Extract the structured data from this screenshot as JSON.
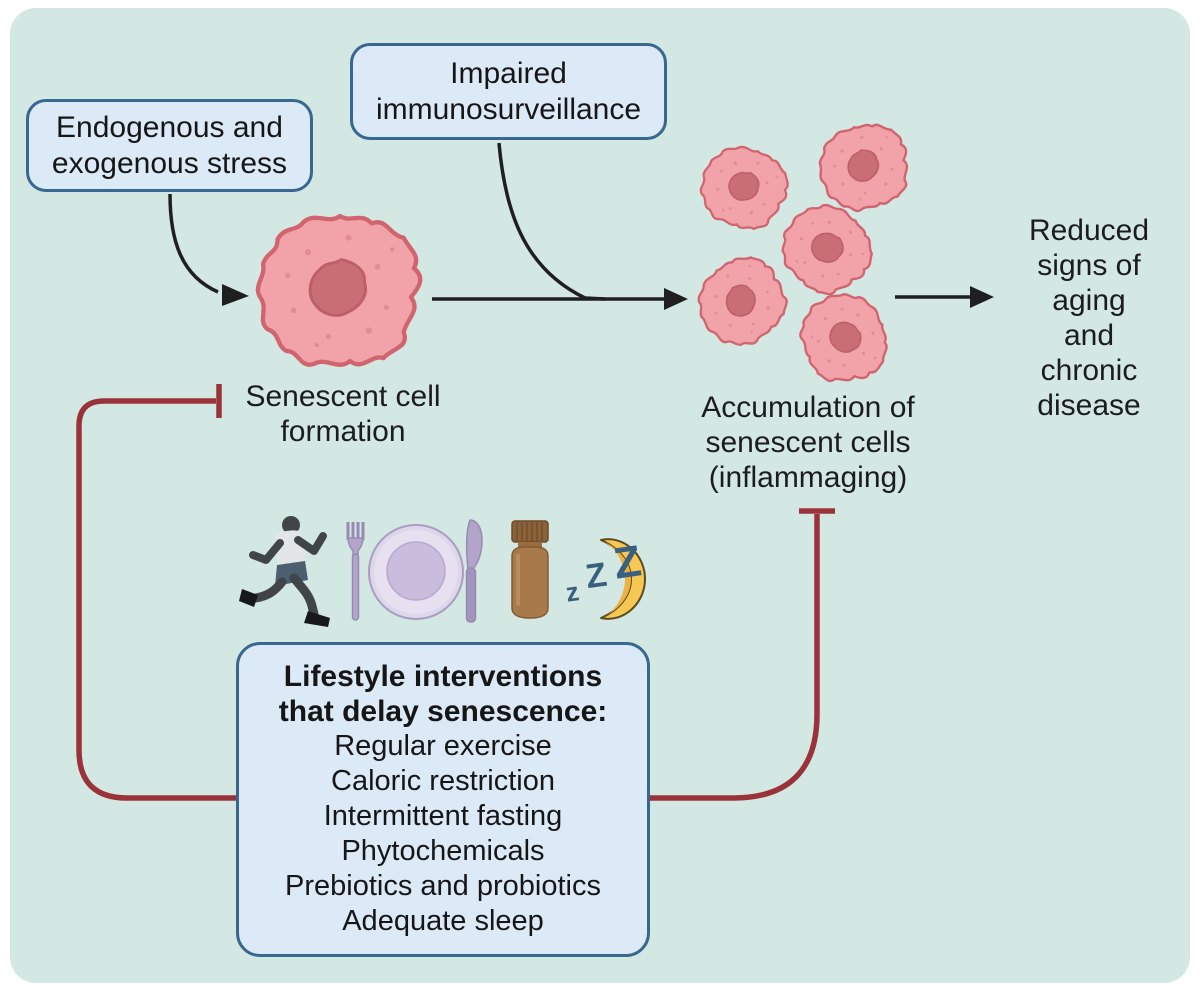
{
  "colors": {
    "panel_background": "#d3e8e2",
    "frame": "#ffffff",
    "box_fill": "#dceaf8",
    "box_border": "#38678f",
    "arrow_black": "#1f1f1f",
    "inhibition_red": "#9a323a",
    "cell_body": "#f2a3a9",
    "cell_outline": "#d06570",
    "cell_nucleus": "#c96e75",
    "text": "#1c1c1c"
  },
  "boxes": {
    "stress": {
      "text": "Endogenous and\nexogenous stress"
    },
    "impaired": {
      "text": "Impaired\nimmunosurveillance"
    },
    "lifestyle": {
      "title": "Lifestyle interventions\nthat delay senescence:",
      "items": [
        "Regular exercise",
        "Caloric restriction",
        "Intermittent fasting",
        "Phytochemicals",
        "Prebiotics and probiotics",
        "Adequate sleep"
      ]
    }
  },
  "labels": {
    "senescent_formation": "Senescent cell\nformation",
    "accumulation": "Accumulation of\nsenescent cells\n(inflammaging)",
    "reduced": "Reduced\nsigns of\naging and\nchronic\ndisease"
  },
  "icons": {
    "runner": "running-person",
    "place_setting": "fork-plate-knife",
    "bottle": "supplement-bottle",
    "moon": "sleeping-moon-zzz",
    "sleep_z": [
      "z",
      "Z",
      "Z"
    ],
    "cell": "senescent-cell"
  }
}
